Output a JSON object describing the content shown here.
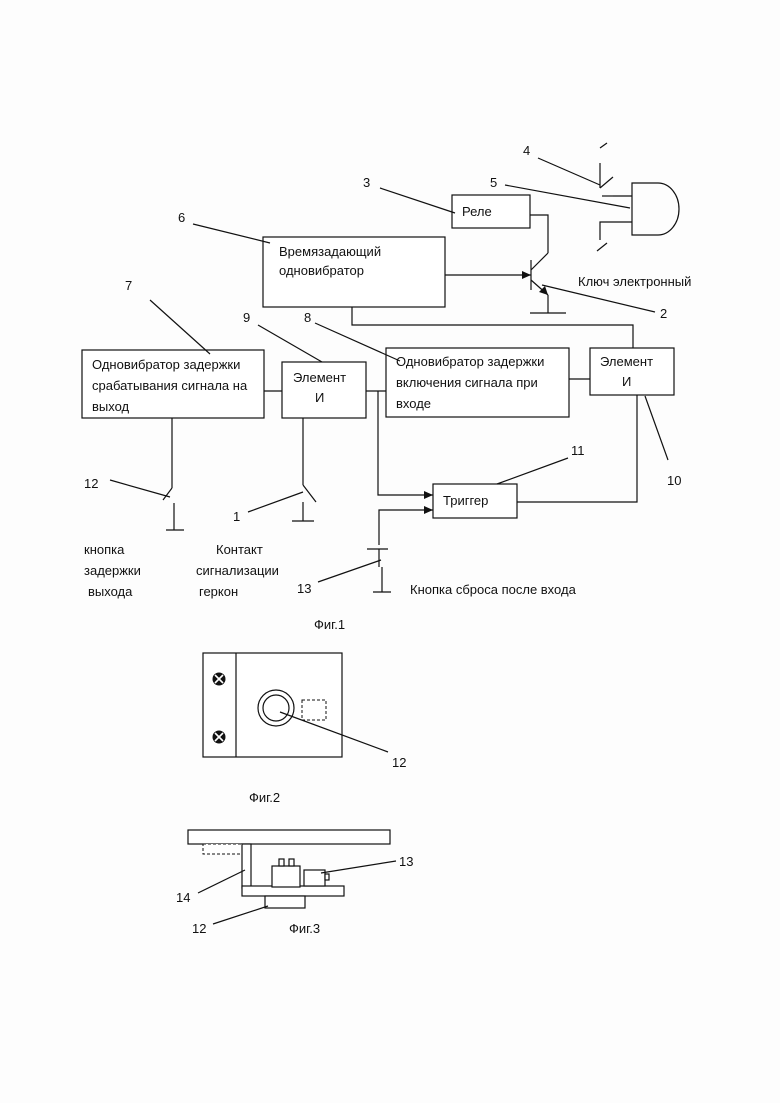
{
  "fig1": {
    "blocks": {
      "relay": "Реле",
      "timing_oneshot": [
        "Времязадающий",
        "одновибратор"
      ],
      "exit_delay_oneshot": [
        "Одновибратор задержки",
        "срабатывания сигнала на",
        "выход"
      ],
      "and1": [
        "Элемент",
        "И"
      ],
      "entry_delay_oneshot": [
        "Одновибратор задержки",
        "включения сигнала при",
        "входе"
      ],
      "and2": [
        "Элемент",
        "И"
      ],
      "trigger": "Триггер"
    },
    "labels": {
      "electronic_key": "Ключ электронный",
      "exit_delay_button": [
        "кнопка",
        "задержки",
        "выхода"
      ],
      "reed_contact": [
        "Контакт",
        "сигнализации",
        "геркон"
      ],
      "reset_button": "Кнопка сброса после входа"
    },
    "numbers": [
      "1",
      "2",
      "3",
      "4",
      "5",
      "6",
      "7",
      "8",
      "9",
      "10",
      "11",
      "12",
      "13"
    ],
    "caption": "Фиг.1"
  },
  "fig2": {
    "callout": "12",
    "caption": "Фиг.2"
  },
  "fig3": {
    "callouts": [
      "13",
      "14",
      "12"
    ],
    "caption": "Фиг.3"
  }
}
